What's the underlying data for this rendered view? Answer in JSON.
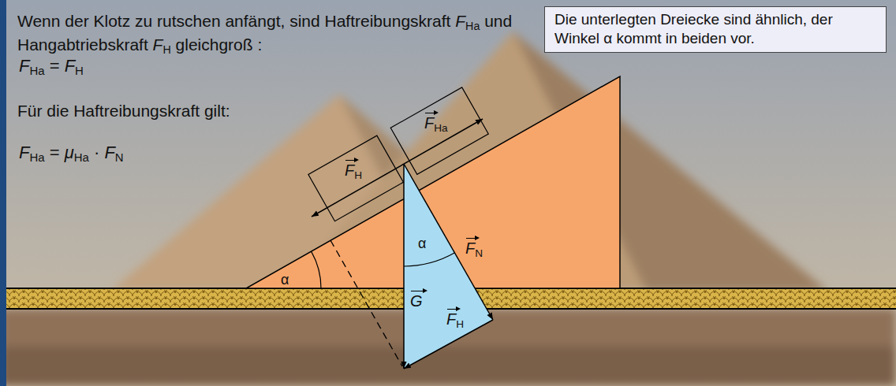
{
  "diagram": {
    "nodes": [
      {
        "text": [
          "Die unterlegten Dreiecke sind ähnlich, der Winkel α kommt in beiden vor."
        ]
      }
    ],
    "labels": [
      "Wenn der Klotz zu rutschen anfängt, sind Haftreibungskraft FHa und Hangabtriebskraft FH gleichgroß :",
      "FHa = FH",
      "Für die Haftreibungskraft gilt:",
      "FHa = μHa · FN",
      "FHa",
      "FH",
      "α",
      "FN",
      "G",
      "α",
      "FH"
    ]
  }
}
